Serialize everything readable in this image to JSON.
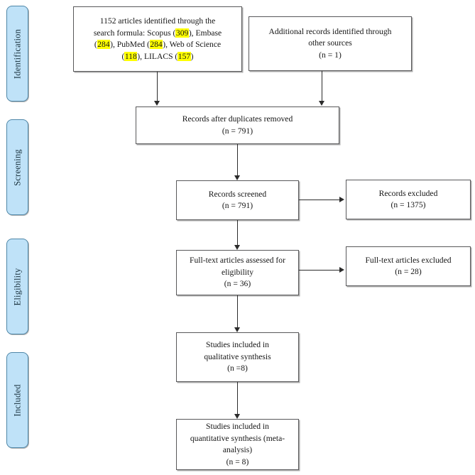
{
  "diagram": {
    "type": "prisma-flow-diagram",
    "stages": [
      {
        "id": "identification",
        "label": "Identification"
      },
      {
        "id": "screening",
        "label": "Screening"
      },
      {
        "id": "eligibility",
        "label": "Eligibility"
      },
      {
        "id": "included",
        "label": "Included"
      }
    ],
    "boxes": {
      "database_search": {
        "line1": "1152 articles identified through the",
        "line2_pre": "search formula: Scopus (",
        "scopus_n": "309",
        "line2_post": "), Embase",
        "line3_pre": "(",
        "embase_n": "284",
        "line3_mid": "), PubMed (",
        "pubmed_n": "284",
        "line3_post": "), Web of Science",
        "line4_pre": "(",
        "wos_n": "118",
        "line4_mid": "), LILACS (",
        "lilacs_n": "157",
        "line4_post": ")",
        "total": "1152"
      },
      "other_sources": {
        "text": "Additional records identified through\nother sources\n(n = 1)",
        "count": "1"
      },
      "duplicates_removed": {
        "text": "Records after duplicates removed\n(n = 791)",
        "count": "791"
      },
      "records_screened": {
        "text": "Records screened\n(n = 791)",
        "count": "791"
      },
      "records_excluded": {
        "text": "Records excluded\n(n = 1375)",
        "count": "1375"
      },
      "fulltext_assessed": {
        "text": "Full-text articles assessed for\neligibility\n(n = 36)",
        "count": "36"
      },
      "fulltext_excluded": {
        "text": "Full-text articles excluded\n(n = 28)",
        "count": "28"
      },
      "qualitative_synthesis": {
        "text": "Studies included in\nqualitative synthesis\n(n =8)",
        "count": "8"
      },
      "quantitative_synthesis": {
        "text": "Studies included in\nquantitative synthesis (meta-\nanalysis)\n(n = 8)",
        "count": "8"
      }
    },
    "colors": {
      "stage_fill": "#bfe2f8",
      "stage_border": "#4f87a8",
      "box_border": "#58585a",
      "highlight": "#ffff00",
      "connector": "#2b2b2b",
      "background": "#ffffff"
    }
  }
}
